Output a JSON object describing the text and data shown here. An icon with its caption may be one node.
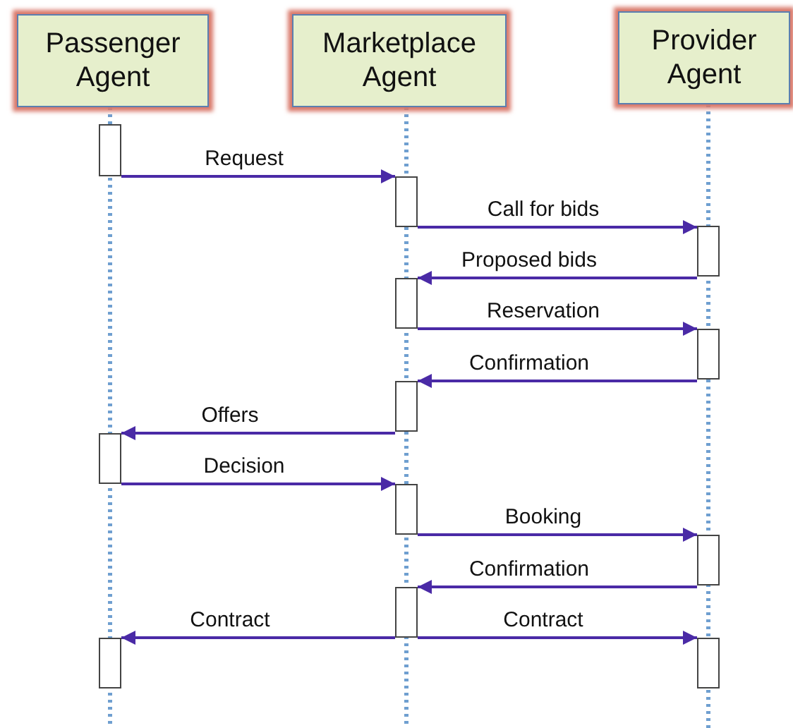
{
  "diagram": {
    "nodes": [
      {
        "text": [
          "Passenger Agent"
        ]
      },
      {
        "text": [
          "Marketplace Agent"
        ]
      },
      {
        "text": [
          "Provider Agent"
        ]
      },
      {
        "text": [],
        "shape": "bar"
      },
      {
        "text": [],
        "shape": "bar"
      },
      {
        "text": [],
        "shape": "bar"
      },
      {
        "text": [],
        "shape": "bar"
      },
      {
        "text": [],
        "shape": "bar"
      },
      {
        "text": [],
        "shape": "bar"
      },
      {
        "text": [],
        "shape": "bar"
      },
      {
        "text": [],
        "shape": "bar"
      },
      {
        "text": [],
        "shape": "bar"
      },
      {
        "text": [],
        "shape": "bar"
      },
      {
        "text": [],
        "shape": "bar"
      },
      {
        "text": [],
        "shape": "bar"
      }
    ],
    "edges": [
      {
        "from": 3,
        "to": 4,
        "arrow": "to",
        "label": "Request"
      },
      {
        "from": 4,
        "to": 5,
        "arrow": "to",
        "label": "Call for bids"
      },
      {
        "from": 5,
        "to": 6,
        "arrow": "to",
        "label": "Proposed bids"
      },
      {
        "from": 6,
        "to": 7,
        "arrow": "to",
        "label": "Reservation"
      },
      {
        "from": 7,
        "to": 8,
        "arrow": "to",
        "label": "Confirmation"
      },
      {
        "from": 8,
        "to": 9,
        "arrow": "to",
        "label": "Offers"
      },
      {
        "from": 9,
        "to": 10,
        "arrow": "to",
        "label": "Decision"
      },
      {
        "from": 10,
        "to": 11,
        "arrow": "to",
        "label": "Booking"
      },
      {
        "from": 11,
        "to": 12,
        "arrow": "to",
        "label": "Confirmation"
      },
      {
        "from": 12,
        "to": 13,
        "arrow": "to",
        "label": "Contract"
      },
      {
        "from": 12,
        "to": 14,
        "arrow": "to",
        "label": "Contract"
      }
    ]
  }
}
